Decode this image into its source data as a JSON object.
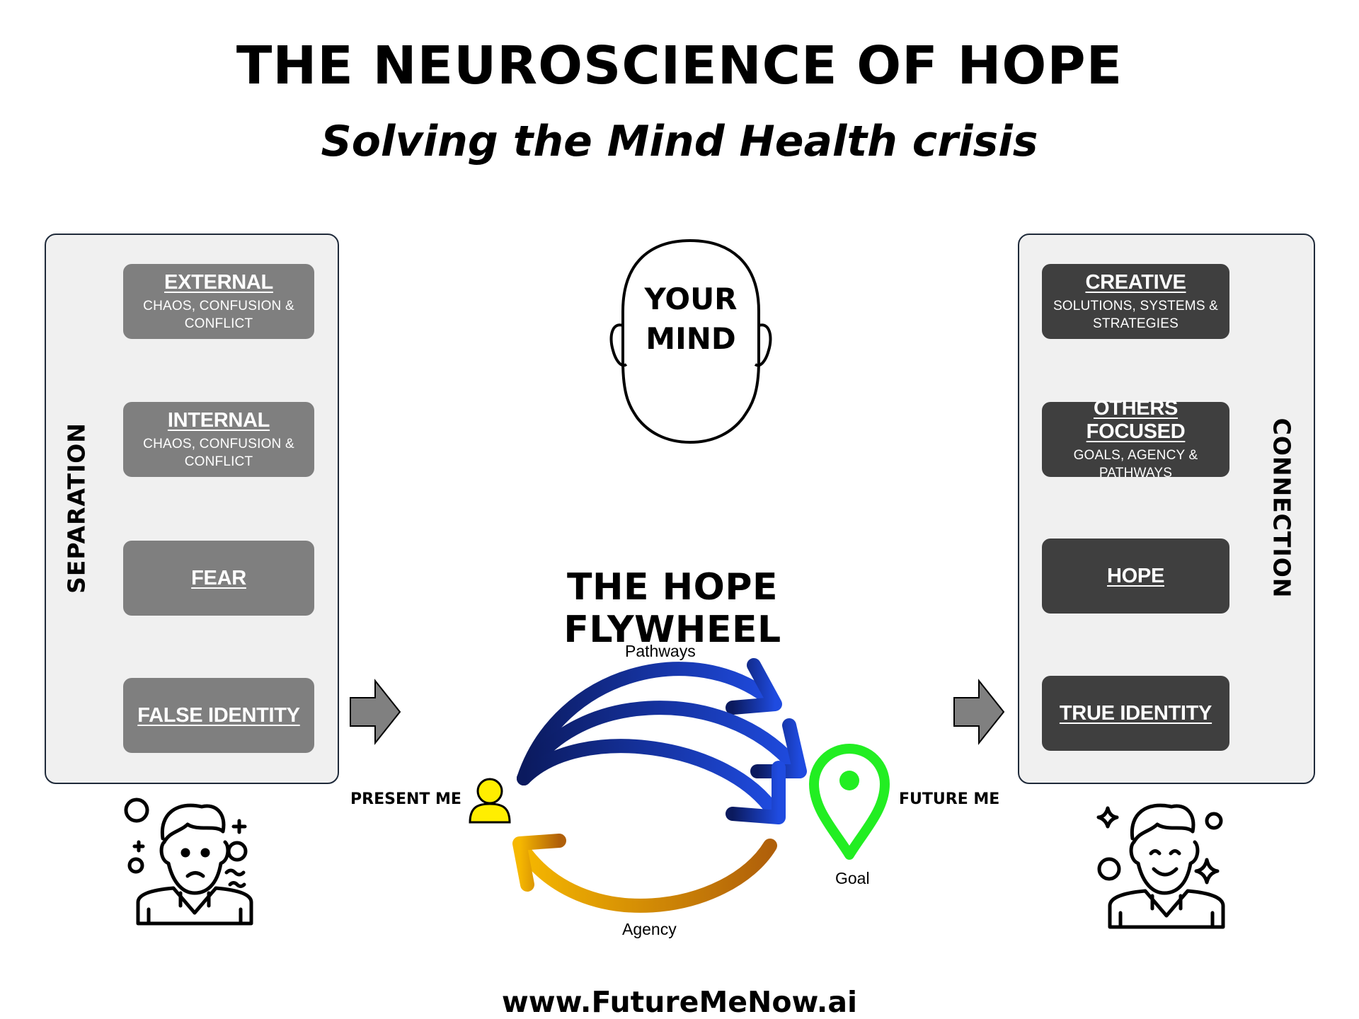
{
  "title": "THE NEUROSCIENCE OF HOPE",
  "subtitle": "Solving the Mind Health crisis",
  "left_panel": {
    "label": "SEPARATION",
    "boxes": [
      {
        "heading": "EXTERNAL",
        "sub": "CHAOS, CONFUSION & CONFLICT"
      },
      {
        "heading": "INTERNAL",
        "sub": "CHAOS, CONFUSION & CONFLICT"
      },
      {
        "heading": "FEAR",
        "sub": ""
      },
      {
        "heading": "FALSE IDENTITY",
        "sub": ""
      }
    ]
  },
  "right_panel": {
    "label": "CONNECTION",
    "boxes": [
      {
        "heading": "CREATIVE",
        "sub": "SOLUTIONS, SYSTEMS & STRATEGIES"
      },
      {
        "heading": "OTHERS FOCUSED",
        "sub": "GOALS, AGENCY & PATHWAYS"
      },
      {
        "heading": "HOPE",
        "sub": ""
      },
      {
        "heading": "TRUE IDENTITY",
        "sub": ""
      }
    ]
  },
  "mind": {
    "line1": "YOUR",
    "line2": "MIND"
  },
  "flywheel": {
    "title": "THE HOPE FLYWHEEL",
    "pathways_label": "Pathways",
    "agency_label": "Agency",
    "goal_label": "Goal",
    "present_me": "PRESENT ME",
    "future_me": "FUTURE ME"
  },
  "website": "www.FutureMeNow.ai",
  "colors": {
    "left_box": "#7f7f7f",
    "right_box": "#3f3f3f",
    "pathways_arrow": "#1a3cc8",
    "agency_arrow": "#f2a900",
    "goal_pin": "#22ee22",
    "present_me_icon": "#ffee00"
  }
}
